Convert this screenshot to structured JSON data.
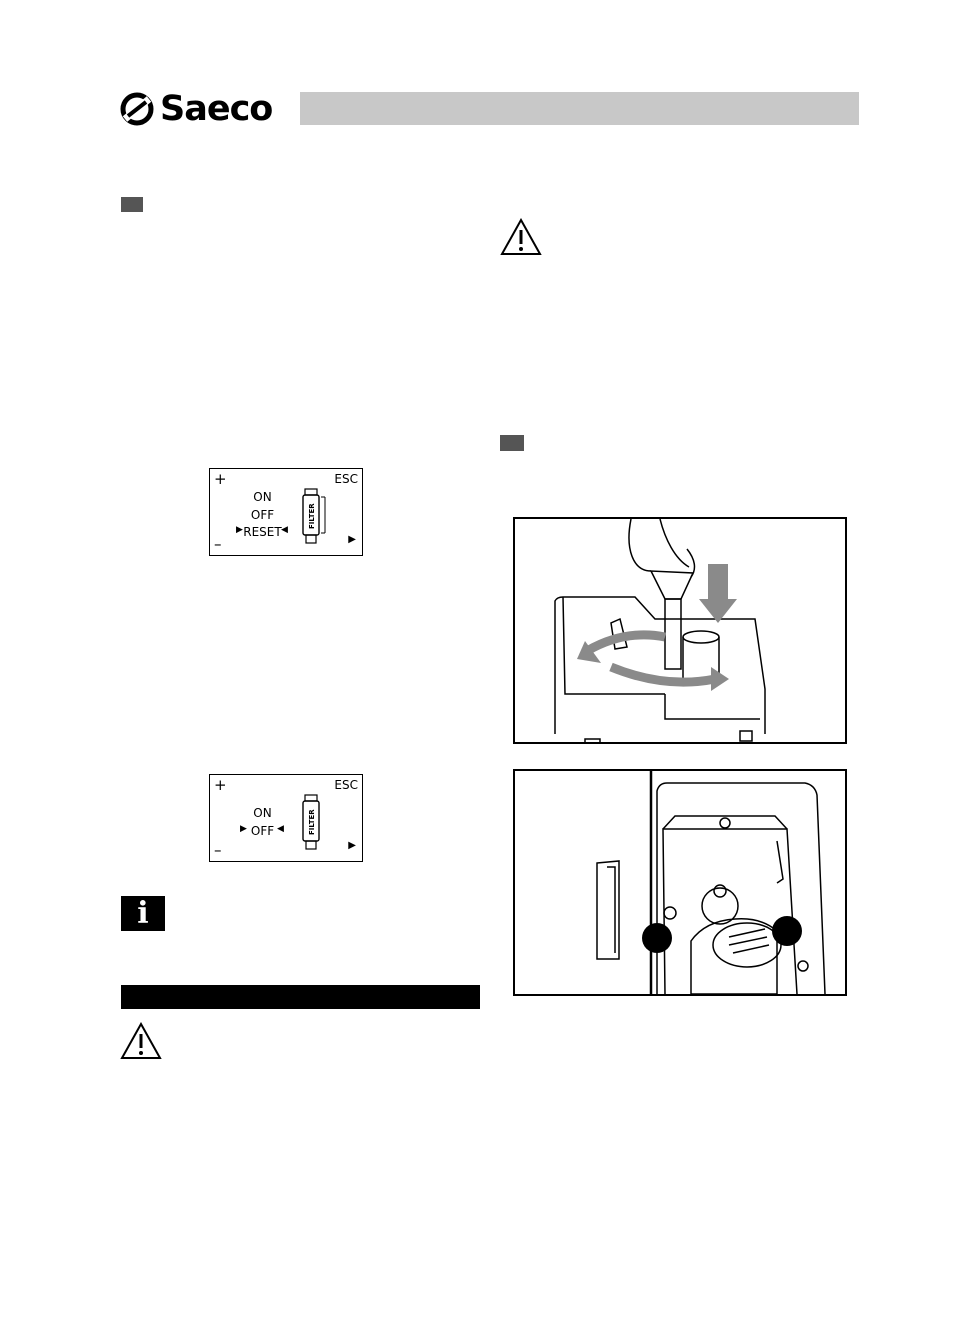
{
  "header": {
    "brand": "Saeco"
  },
  "lcd_reset": {
    "plus": "+",
    "minus": "–",
    "esc": "ESC",
    "on": "ON",
    "off": "OFF",
    "reset": "RESET",
    "filter": "FILTER"
  },
  "lcd_off": {
    "plus": "+",
    "minus": "–",
    "esc": "ESC",
    "on": "ON",
    "off": "OFF",
    "filter": "FILTER"
  },
  "icons": {
    "info": "i",
    "warning_1": "warning-triangle-icon",
    "warning_2": "warning-triangle-icon"
  }
}
